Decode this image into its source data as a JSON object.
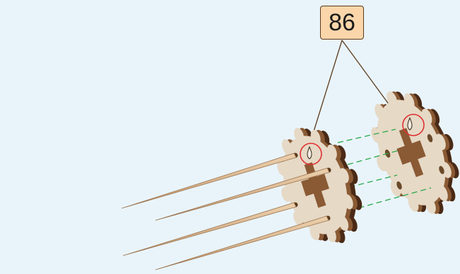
{
  "step": {
    "number": "86"
  },
  "colors": {
    "background": "#e9f4fa",
    "badge_fill": "#fbd6aa",
    "badge_border": "#5a3a1c",
    "wood_face": "#e6d9c6",
    "wood_edge_dark": "#4a2a16",
    "wood_edge_mid": "#8a5a34",
    "stick": "#d9b48c",
    "peg_hole": "#6a4a2a",
    "green_guide": "#2aa84a",
    "highlight_circle": "#e03030",
    "leader_line": "#5a3a1c"
  },
  "icons": {
    "gear_part": "wooden-gear-disc",
    "stick_part": "wooden-skewer",
    "teardrop_hole": "teardrop-hole"
  }
}
